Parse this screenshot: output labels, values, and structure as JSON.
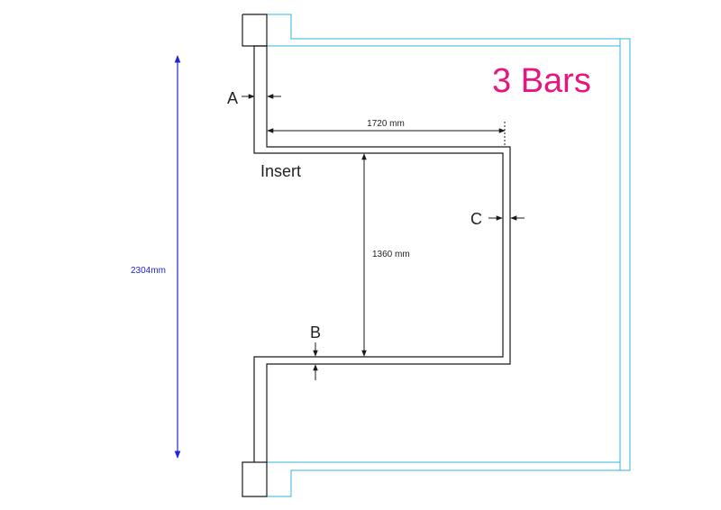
{
  "title": {
    "text": "3 Bars",
    "color": "#e8157f"
  },
  "colors": {
    "outline": "#1a1a1a",
    "cyan": "#33b5e0",
    "blue_dim": "#2222dd"
  },
  "labels": {
    "insert": "Insert",
    "dim_width": "1720 mm",
    "dim_height": "1360 mm",
    "dim_total": "2304mm",
    "marker_a": "A",
    "marker_b": "B",
    "marker_c": "C"
  }
}
